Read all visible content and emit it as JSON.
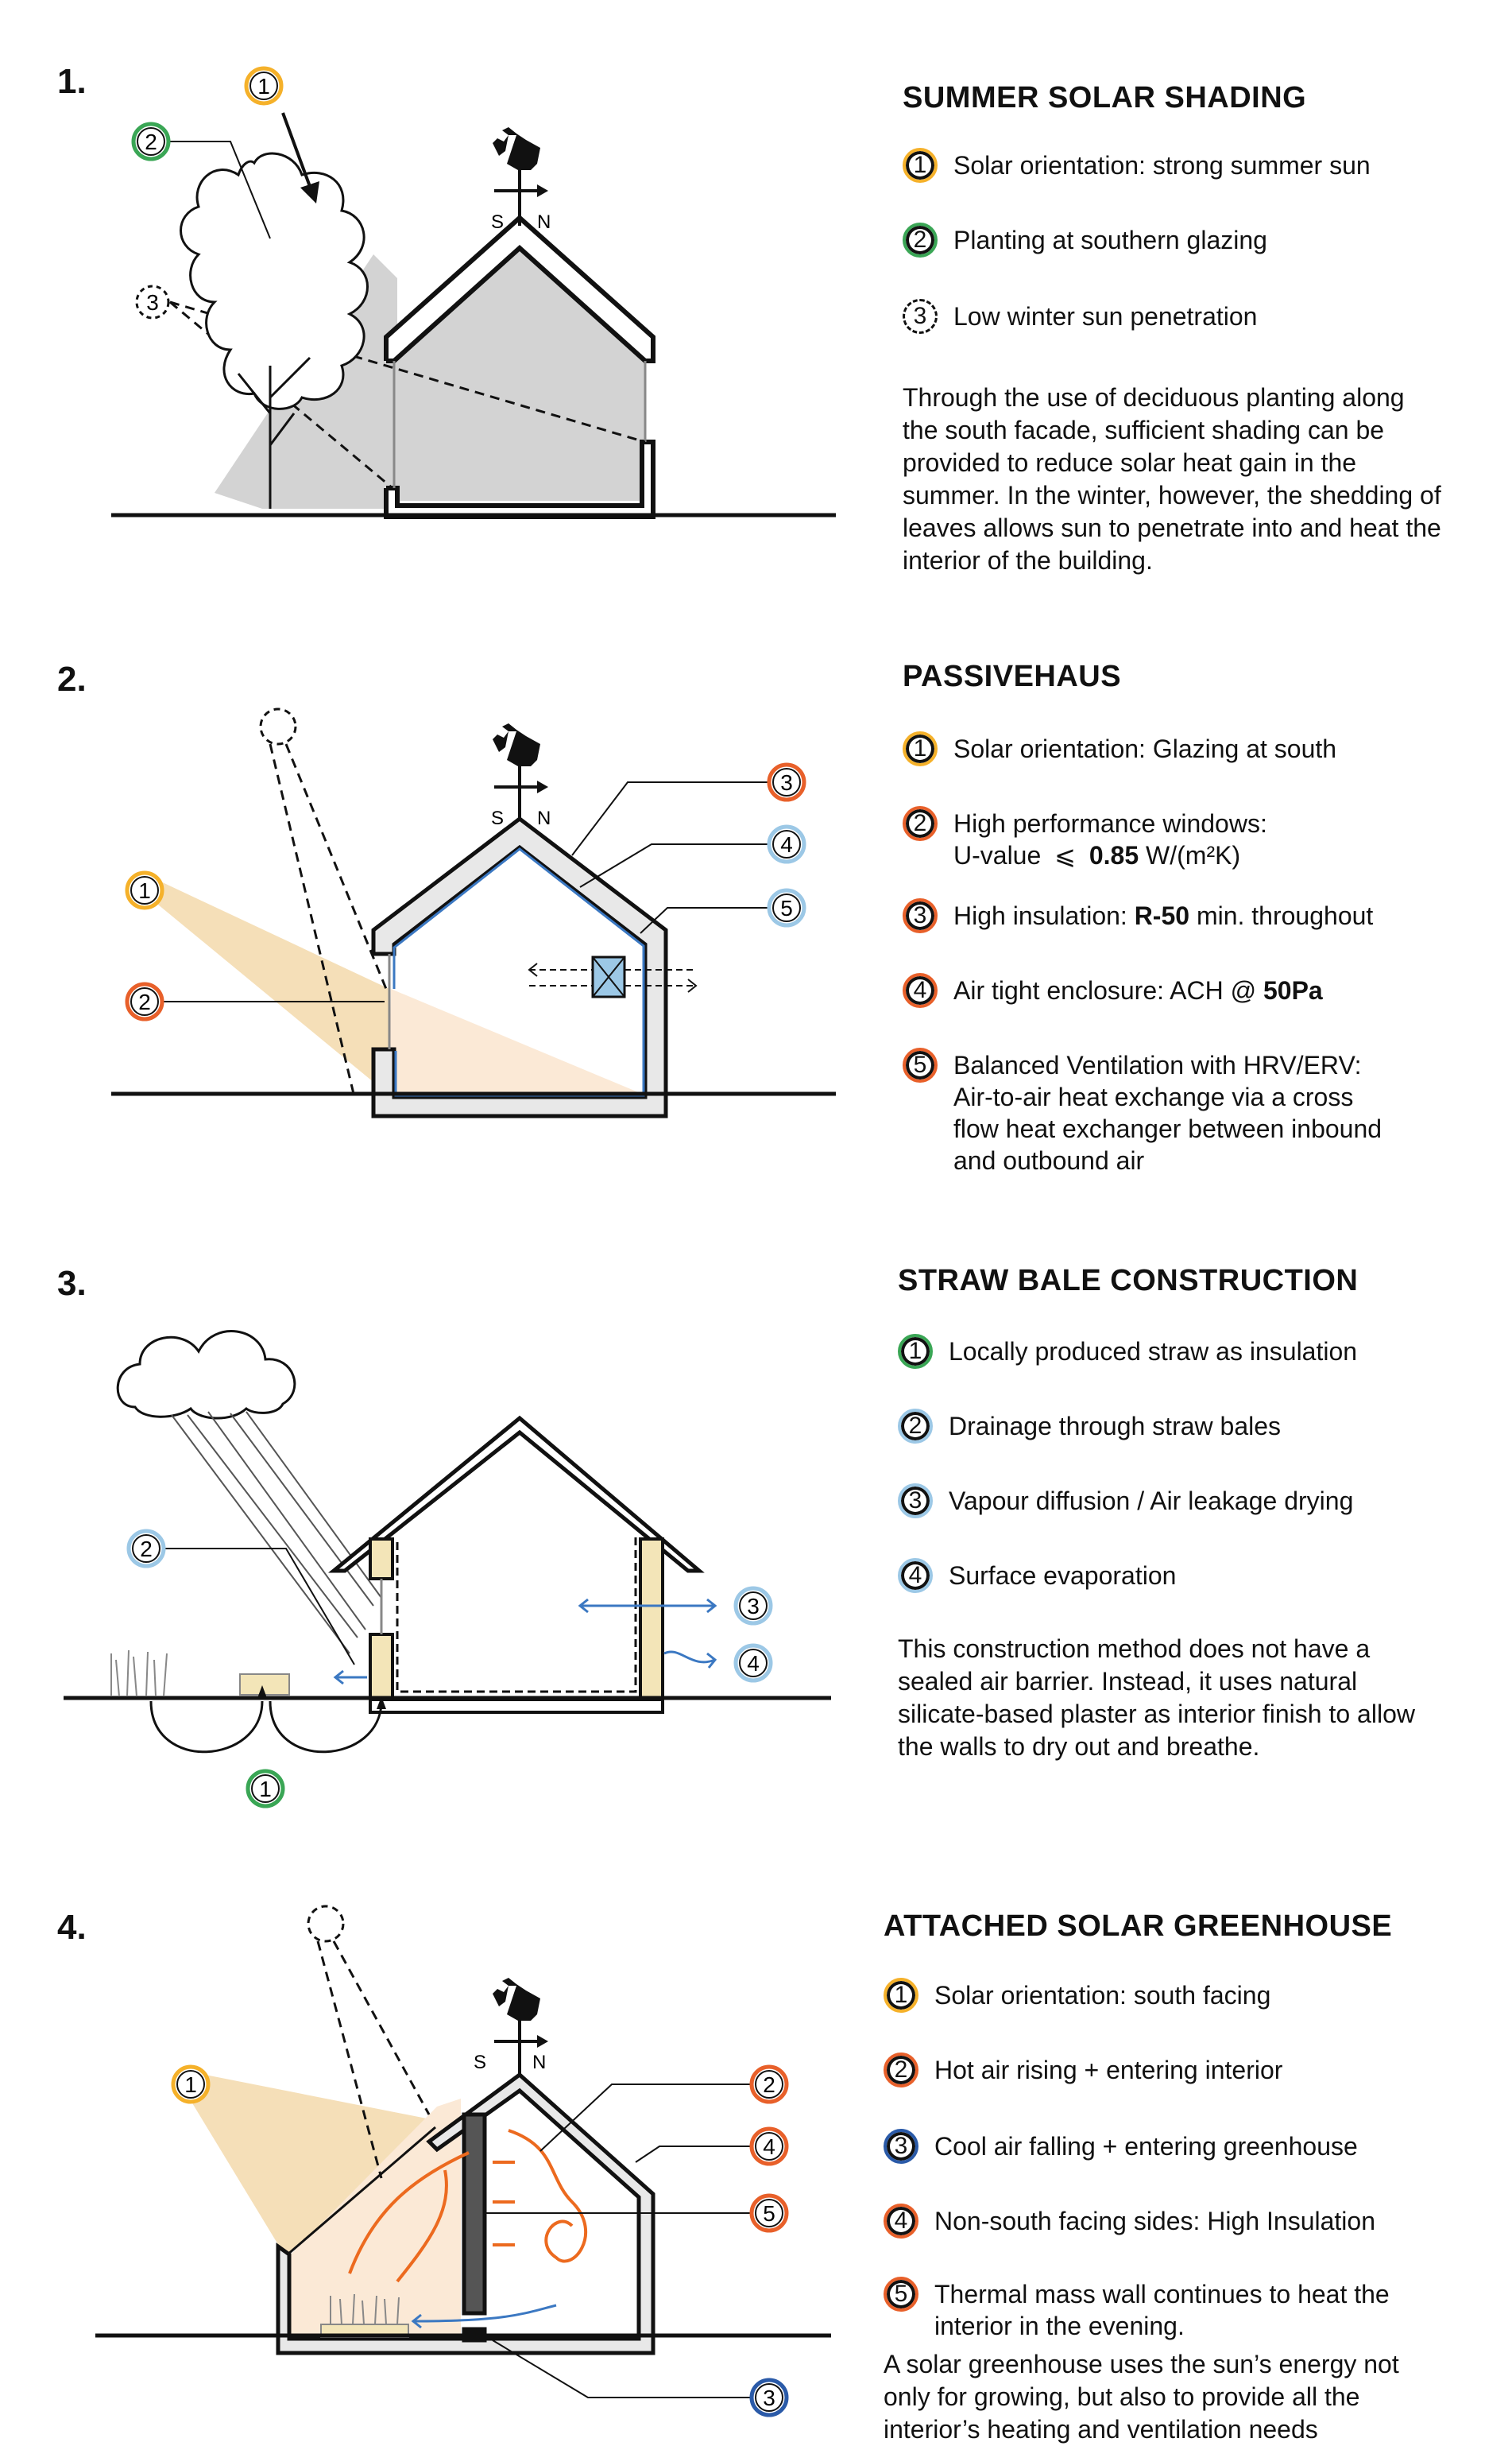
{
  "panels": [
    {
      "number": "1.",
      "title": "SUMMER SOLAR SHADING",
      "items": [
        {
          "badge": "1",
          "text": "Solar orientation: strong summer sun"
        },
        {
          "badge": "2",
          "text": "Planting at southern glazing"
        },
        {
          "badge": "3",
          "text": "Low winter sun penetration"
        }
      ],
      "paragraph": "Through the use of deciduous planting along the south facade, sufficient shading can be provided to reduce solar heat gain in the summer. In the winter, however, the shedding of leaves allows sun to penetrate into and heat the interior of the building.",
      "diagram_badges": [
        "1",
        "2",
        "3"
      ]
    },
    {
      "number": "2.",
      "title": "PASSIVEHAUS",
      "items": [
        {
          "badge": "1",
          "text": "Solar orientation: Glazing at south"
        },
        {
          "badge": "2",
          "line1": "High performance windows:",
          "line2_prefix": "U-value",
          "line2_symbol": "⩽",
          "line2_bold": "0.85",
          "line2_suffix": "W/(m²K)"
        },
        {
          "badge": "3",
          "prefix": "High insulation: ",
          "bold": "R-50",
          "suffix": " min. throughout"
        },
        {
          "badge": "4",
          "prefix": "Air tight enclosure: ACH @ ",
          "bold": "50Pa",
          "suffix": ""
        },
        {
          "badge": "5",
          "text": "Balanced Ventilation with HRV/ERV: Air-to-air heat exchange via a cross flow heat exchanger between inbound and outbound air"
        }
      ],
      "diagram_badges": [
        "1",
        "2",
        "3",
        "4",
        "5"
      ]
    },
    {
      "number": "3.",
      "title": "STRAW BALE CONSTRUCTION",
      "items": [
        {
          "badge": "1",
          "text": "Locally produced straw as insulation"
        },
        {
          "badge": "2",
          "text": "Drainage through straw bales"
        },
        {
          "badge": "3",
          "text": "Vapour diffusion / Air leakage drying"
        },
        {
          "badge": "4",
          "text": "Surface evaporation"
        }
      ],
      "paragraph": "This construction method does not have a sealed air barrier. Instead, it uses natural silicate-based plaster as interior finish to allow the walls to dry out and breathe.",
      "diagram_badges": [
        "1",
        "2",
        "3",
        "4"
      ]
    },
    {
      "number": "4.",
      "title": "ATTACHED SOLAR GREENHOUSE",
      "items": [
        {
          "badge": "1",
          "text": "Solar orientation: south facing"
        },
        {
          "badge": "2",
          "text": "Hot air rising + entering interior"
        },
        {
          "badge": "3",
          "text": "Cool air falling + entering greenhouse"
        },
        {
          "badge": "4",
          "text": "Non-south facing sides: High Insulation"
        },
        {
          "badge": "5",
          "text": "Thermal mass wall continues to heat the interior in the evening."
        }
      ],
      "paragraph": "A solar greenhouse uses the sun’s energy not only for growing, but also to provide all the interior’s heating and ventilation needs",
      "diagram_badges": [
        "1",
        "2",
        "3",
        "4",
        "5"
      ]
    }
  ],
  "compass": {
    "south": "S",
    "north": "N"
  },
  "colors": {
    "yellow": "#f5b12a",
    "green": "#3aa655",
    "orange": "#e8602a",
    "light_blue": "#9cc8e6",
    "navy": "#2a5aa8",
    "shade_gray": "#d3d3d3",
    "sun_beam": "#f5dfb8",
    "interior_warm": "#fbe9d6",
    "arrow_blue": "#3b78c2",
    "arrow_orange": "#ec6a1f"
  },
  "icons": [
    "weathervane-rooster-icon",
    "sun-icon",
    "cloud-rain-icon",
    "tree-icon",
    "grass-icon",
    "straw-bale-icon",
    "heat-exchanger-icon"
  ]
}
